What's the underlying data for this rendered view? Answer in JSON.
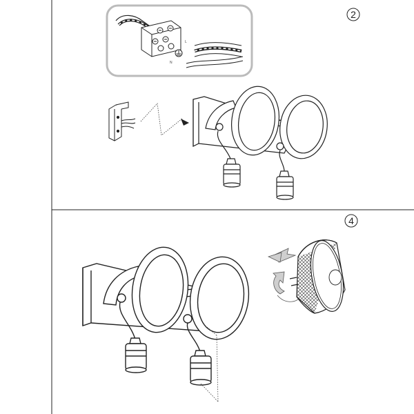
{
  "panels": [
    {
      "step": "2",
      "labels": {
        "live": "L",
        "neutral": "N",
        "earth": "⏚"
      }
    },
    {
      "step": "4"
    }
  ],
  "colors": {
    "line": "#222222",
    "arrow_fill": "#cfcfcf",
    "background": "#ffffff"
  }
}
